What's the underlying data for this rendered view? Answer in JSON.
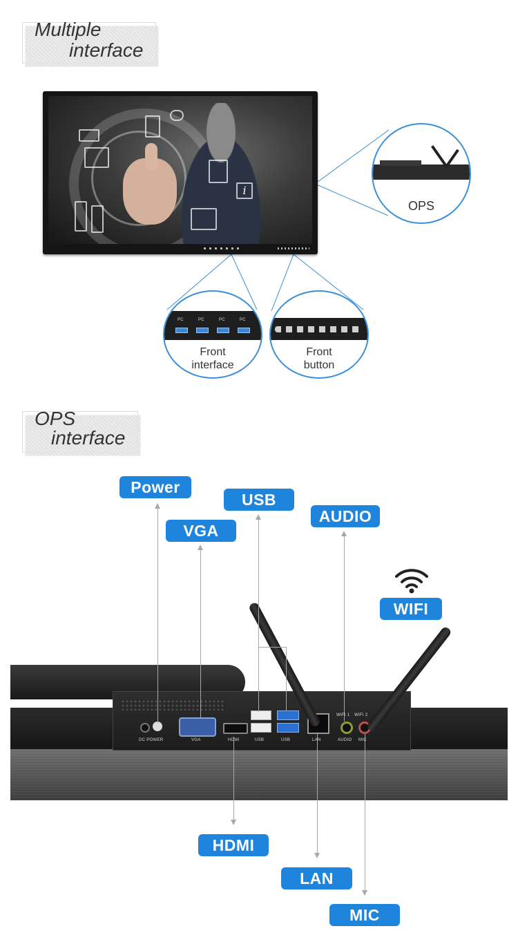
{
  "section1": {
    "title_line1": "Multiple",
    "title_line2": "interface"
  },
  "monitor": {
    "info_glyph": "i"
  },
  "callouts": {
    "ops": "OPS",
    "front_interface": {
      "line1": "Front",
      "line2": "interface",
      "port_label": "PC"
    },
    "front_button": {
      "line1": "Front",
      "line2": "button"
    }
  },
  "section2": {
    "title_line1": "OPS",
    "title_line2": "interface"
  },
  "labels": {
    "power": "Power",
    "vga": "VGA",
    "usb": "USB",
    "audio": "AUDIO",
    "wifi": "WIFI",
    "hdmi": "HDMI",
    "lan": "LAN",
    "mic": "MIC"
  },
  "device_ports": {
    "dc_power": "DC  POWER",
    "vga": "VGA",
    "hdmi": "HDMI",
    "usb1": "USB",
    "usb2": "USB",
    "lan": "LAN",
    "audio": "AUDIO",
    "mic": "MIC",
    "wifi1": "WIFI 1",
    "wifi2": "WIFI 2"
  },
  "colors": {
    "accent": "#1f84dc",
    "callout_border": "#3b8fd8",
    "arrow": "#a8a8a8"
  },
  "icons": [
    "wifi-icon",
    "info-icon",
    "chat-icon",
    "usb-port-icon",
    "vga-port-icon",
    "hdmi-port-icon",
    "lan-port-icon"
  ]
}
